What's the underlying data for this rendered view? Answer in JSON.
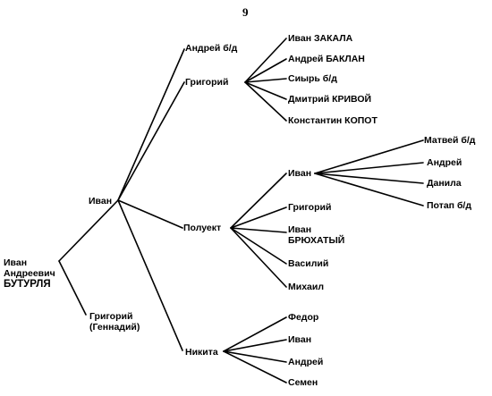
{
  "page_number": "9",
  "tree": {
    "root": [
      "Иван",
      "Андреевич",
      "БУТУРЛЯ"
    ],
    "ivan": "Иван",
    "grigoriy_gennadiy": [
      "Григорий",
      "(Геннадий)"
    ],
    "andrey_bd": "Андрей б/д",
    "grigoriy": "Григорий",
    "polueкt": "Полуект",
    "nikita": "Никита",
    "ivan_zakala": "Иван ЗАКАЛА",
    "andrey_baklan": "Андрей БАКЛАН",
    "siyr_bd": "Сиырь б/д",
    "dmitriy_krivoy": "Дмитрий КРИВОЙ",
    "konstantin_kopot": "Константин КОПОТ",
    "ivan_p": "Иван",
    "grigoriy_p": "Григорий",
    "ivan_bryukhatiy": [
      "Иван",
      "БРЮХАТЫЙ"
    ],
    "vasiliy": "Василий",
    "mikhail": "Михаил",
    "matvey_bd": "Матвей б/д",
    "andrey_i": "Андрей",
    "danila": "Данила",
    "potap_bd": "Потап б/д",
    "fedor": "Федор",
    "ivan_n": "Иван",
    "andrey_n": "Андрей",
    "semen": "Семен"
  }
}
